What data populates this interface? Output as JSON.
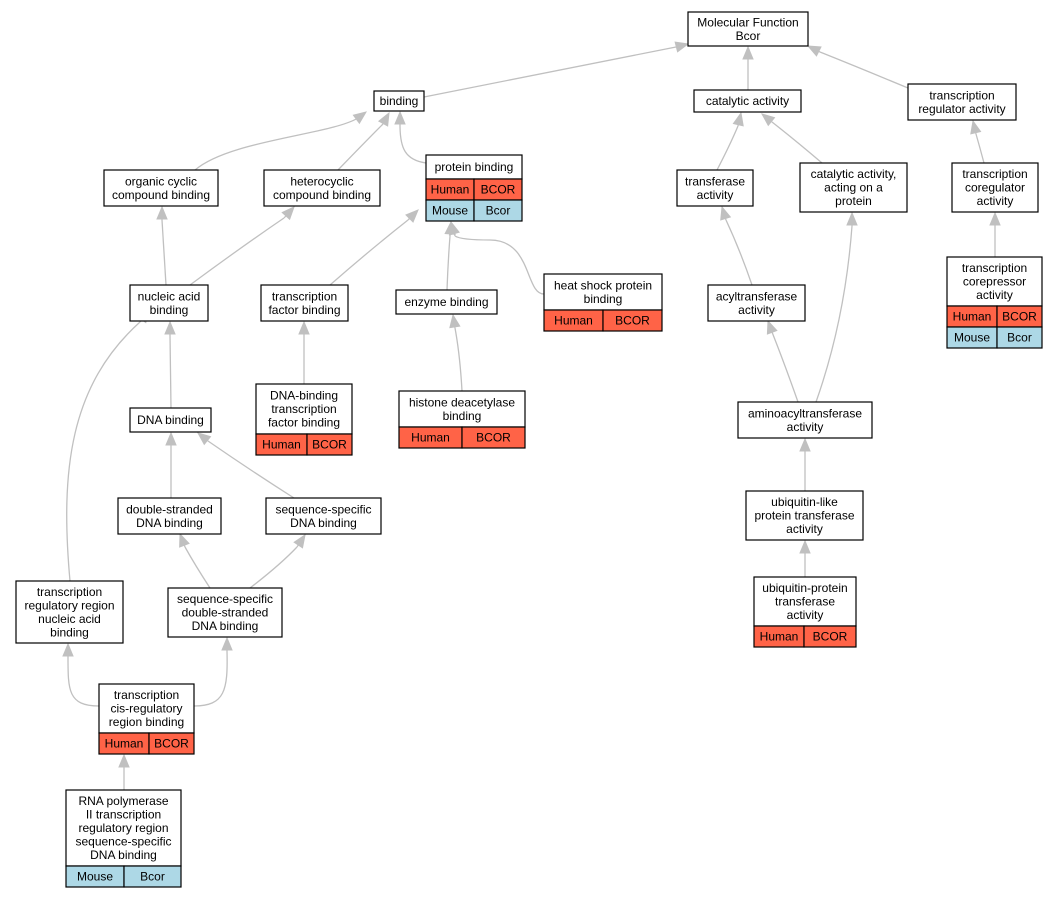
{
  "colors": {
    "human": "#ff6347",
    "mouse": "#add8e6",
    "edge": "#c0c0c0",
    "border": "#000000"
  },
  "nodes": {
    "mf": {
      "lines": [
        "Molecular Function",
        "Bcor"
      ]
    },
    "binding": {
      "lines": [
        "binding"
      ]
    },
    "catalytic": {
      "lines": [
        "catalytic activity"
      ]
    },
    "tra": {
      "lines": [
        "transcription",
        "regulator activity"
      ]
    },
    "occb": {
      "lines": [
        "organic cyclic",
        "compound binding"
      ]
    },
    "hccb": {
      "lines": [
        "heterocyclic",
        "compound binding"
      ]
    },
    "pb": {
      "lines": [
        "protein binding"
      ],
      "rows": [
        [
          "Human",
          "BCOR"
        ],
        [
          "Mouse",
          "Bcor"
        ]
      ]
    },
    "ta": {
      "lines": [
        "transferase",
        "activity"
      ]
    },
    "caap": {
      "lines": [
        "catalytic activity,",
        "acting on a",
        "protein"
      ]
    },
    "tca": {
      "lines": [
        "transcription",
        "coregulator",
        "activity"
      ]
    },
    "nab": {
      "lines": [
        "nucleic acid",
        "binding"
      ]
    },
    "tfb": {
      "lines": [
        "transcription",
        "factor binding"
      ]
    },
    "eb": {
      "lines": [
        "enzyme binding"
      ]
    },
    "hspb": {
      "lines": [
        "heat shock protein",
        "binding"
      ],
      "rows": [
        [
          "Human",
          "BCOR"
        ]
      ]
    },
    "aa": {
      "lines": [
        "acyltransferase",
        "activity"
      ]
    },
    "tcra": {
      "lines": [
        "transcription",
        "corepressor",
        "activity"
      ],
      "rows": [
        [
          "Human",
          "BCOR"
        ],
        [
          "Mouse",
          "Bcor"
        ]
      ]
    },
    "dnab": {
      "lines": [
        "DNA binding"
      ]
    },
    "dbtfb": {
      "lines": [
        "DNA-binding",
        "transcription",
        "factor binding"
      ],
      "rows": [
        [
          "Human",
          "BCOR"
        ]
      ]
    },
    "hdb": {
      "lines": [
        "histone deacetylase",
        "binding"
      ],
      "rows": [
        [
          "Human",
          "BCOR"
        ]
      ]
    },
    "aata": {
      "lines": [
        "aminoacyltransferase",
        "activity"
      ]
    },
    "dsdb": {
      "lines": [
        "double-stranded",
        "DNA binding"
      ]
    },
    "ssdb": {
      "lines": [
        "sequence-specific",
        "DNA binding"
      ]
    },
    "ulpta": {
      "lines": [
        "ubiquitin-like",
        "protein transferase",
        "activity"
      ]
    },
    "trrnab": {
      "lines": [
        "transcription",
        "regulatory region",
        "nucleic acid",
        "binding"
      ]
    },
    "ssdsdb": {
      "lines": [
        "sequence-specific",
        "double-stranded",
        "DNA binding"
      ]
    },
    "upta": {
      "lines": [
        "ubiquitin-protein",
        "transferase",
        "activity"
      ],
      "rows": [
        [
          "Human",
          "BCOR"
        ]
      ]
    },
    "tcrrb": {
      "lines": [
        "transcription",
        "cis-regulatory",
        "region binding"
      ],
      "rows": [
        [
          "Human",
          "BCOR"
        ]
      ]
    },
    "rnap": {
      "lines": [
        "RNA polymerase",
        "II transcription",
        "regulatory region",
        "sequence-specific",
        "DNA binding"
      ],
      "rows": [
        [
          "Mouse",
          "Bcor"
        ]
      ]
    }
  }
}
